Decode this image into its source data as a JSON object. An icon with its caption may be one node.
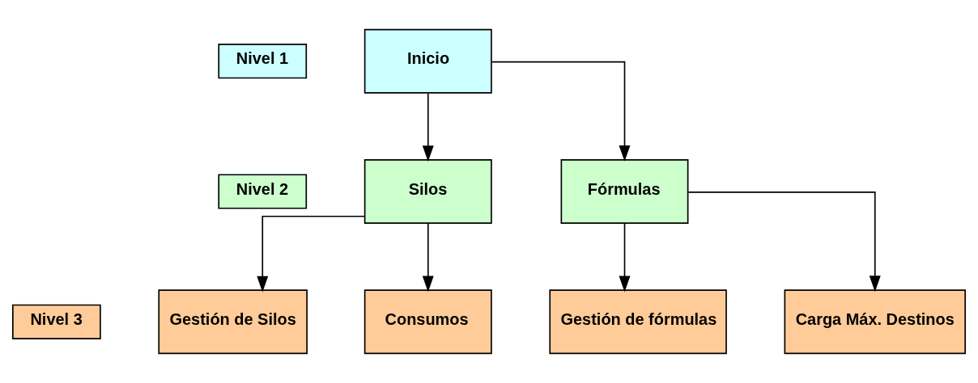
{
  "diagram": {
    "nodes": [
      {
        "text": [
          "Nivel 1"
        ]
      },
      {
        "text": [
          "Inicio"
        ]
      },
      {
        "text": [
          "Nivel 2"
        ]
      },
      {
        "text": [
          "Silos"
        ]
      },
      {
        "text": [
          "Fórmulas"
        ]
      },
      {
        "text": [
          "Nivel 3"
        ]
      },
      {
        "text": [
          "Gestión de Silos"
        ]
      },
      {
        "text": [
          "Consumos"
        ]
      },
      {
        "text": [
          "Gestión de fórmulas"
        ]
      },
      {
        "text": [
          "Carga Máx. Destinos"
        ]
      }
    ],
    "edges": [
      {
        "from": 1,
        "to": 3,
        "arrow": "to"
      },
      {
        "from": 1,
        "to": 4,
        "arrow": "to"
      },
      {
        "from": 3,
        "to": 6,
        "arrow": "to"
      },
      {
        "from": 3,
        "to": 7,
        "arrow": "to"
      },
      {
        "from": 4,
        "to": 8,
        "arrow": "to"
      },
      {
        "from": 4,
        "to": 9,
        "arrow": "to"
      }
    ]
  }
}
